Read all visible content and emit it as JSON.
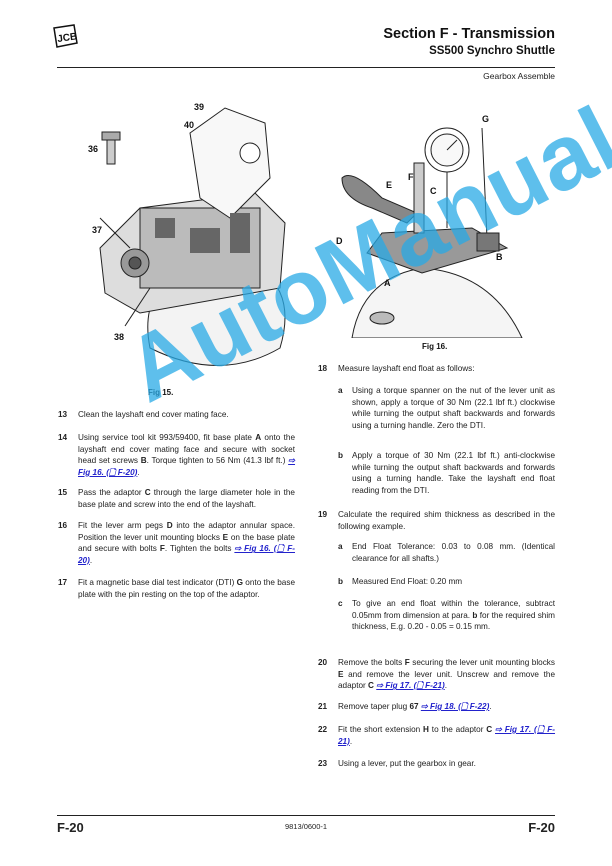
{
  "header": {
    "logo": "JCB",
    "section_title": "Section F - Transmission",
    "subsection_title": "SS500 Synchro Shuttle",
    "topic": "Gearbox Assemble"
  },
  "figures": {
    "fig15": {
      "caption": "Fig 15.",
      "callouts": [
        "39",
        "40",
        "36",
        "37",
        "38"
      ]
    },
    "fig16": {
      "caption": "Fig 16.",
      "callouts": [
        "G",
        "E",
        "F",
        "C",
        "D",
        "B",
        "A"
      ]
    }
  },
  "left_steps": [
    {
      "num": "13",
      "runs": [
        {
          "t": "Clean the layshaft end cover mating face."
        }
      ]
    },
    {
      "num": "14",
      "runs": [
        {
          "t": "Using service tool kit 993/59400, fit base plate "
        },
        {
          "b": "A"
        },
        {
          "t": " onto the layshaft end cover mating face and secure with socket head set screws "
        },
        {
          "b": "B"
        },
        {
          "t": ". Torque tighten to 56 Nm (41.3 lbf ft.) "
        },
        {
          "l": "⇨ Fig 16. (🗋 F-20)"
        },
        {
          "t": "."
        }
      ]
    },
    {
      "num": "15",
      "runs": [
        {
          "t": "Pass the adaptor "
        },
        {
          "b": "C"
        },
        {
          "t": " through the large diameter hole in the base plate and screw into the end of the layshaft."
        }
      ]
    },
    {
      "num": "16",
      "runs": [
        {
          "t": "Fit the lever arm pegs "
        },
        {
          "b": "D"
        },
        {
          "t": " into the adaptor annular space. Position the lever unit mounting blocks "
        },
        {
          "b": "E"
        },
        {
          "t": " on the base plate and secure with bolts "
        },
        {
          "b": "F"
        },
        {
          "t": ". Tighten the bolts "
        },
        {
          "l": "⇨ Fig 16. (🗋 F-20)"
        },
        {
          "t": "."
        }
      ]
    },
    {
      "num": "17",
      "runs": [
        {
          "t": "Fit a magnetic base dial test indicator (DTI) "
        },
        {
          "b": "G"
        },
        {
          "t": " onto the base plate with the pin resting on the top of the adaptor."
        }
      ]
    }
  ],
  "right_steps": [
    {
      "num": "18",
      "runs": [
        {
          "t": "Measure layshaft end float as follows:"
        }
      ]
    },
    {
      "num": "a",
      "sub": true,
      "runs": [
        {
          "t": "Using a torque spanner on the nut of the lever unit as shown, apply a torque of 30 Nm (22.1 lbf ft.) clockwise while turning the output shaft backwards and forwards using a turning handle. Zero the DTI."
        }
      ]
    },
    {
      "num": "b",
      "sub": true,
      "runs": [
        {
          "t": "Apply a torque of 30 Nm (22.1 lbf ft.) anti-clockwise while turning the output shaft backwards and forwards using a turning handle. Take the layshaft end float reading from the DTI."
        }
      ]
    },
    {
      "num": "19",
      "runs": [
        {
          "t": "Calculate the required shim thickness as described in the following example."
        }
      ]
    },
    {
      "num": "a",
      "sub": true,
      "runs": [
        {
          "t": "End Float Tolerance: 0.03 to 0.08 mm. (Identical clearance for all shafts.)"
        }
      ]
    },
    {
      "num": "b",
      "sub": true,
      "runs": [
        {
          "t": "Measured End Float: 0.20 mm"
        }
      ]
    },
    {
      "num": "c",
      "sub": true,
      "runs": [
        {
          "t": "To give an end float within the tolerance, subtract 0.05mm from dimension at para. "
        },
        {
          "b": "b"
        },
        {
          "t": " for the required shim thickness, E.g. 0.20 - 0.05 = 0.15 mm."
        }
      ]
    },
    {
      "num": "20",
      "runs": [
        {
          "t": "Remove the bolts "
        },
        {
          "b": "F"
        },
        {
          "t": " securing the lever unit mounting blocks "
        },
        {
          "b": "E"
        },
        {
          "t": " and remove the lever unit. Unscrew and remove the adaptor "
        },
        {
          "b": "C"
        },
        {
          "t": " "
        },
        {
          "l": "⇨ Fig 17. (🗋 F-21)"
        },
        {
          "t": "."
        }
      ]
    },
    {
      "num": "21",
      "runs": [
        {
          "t": "Remove taper plug "
        },
        {
          "b": "67"
        },
        {
          "t": " "
        },
        {
          "l": "⇨ Fig 18. (🗋 F-22)"
        },
        {
          "t": "."
        }
      ]
    },
    {
      "num": "22",
      "runs": [
        {
          "t": "Fit the short extension "
        },
        {
          "b": "H"
        },
        {
          "t": " to the adaptor "
        },
        {
          "b": "C"
        },
        {
          "t": " "
        },
        {
          "l": "⇨ Fig 17. (🗋 F-21)"
        },
        {
          "t": "."
        }
      ]
    },
    {
      "num": "23",
      "runs": [
        {
          "t": "Using a lever, put the gearbox in gear."
        }
      ]
    }
  ],
  "footer": {
    "page_left": "F-20",
    "doc_number": "9813/0600-1",
    "page_right": "F-20"
  },
  "watermark": "AutoManual"
}
